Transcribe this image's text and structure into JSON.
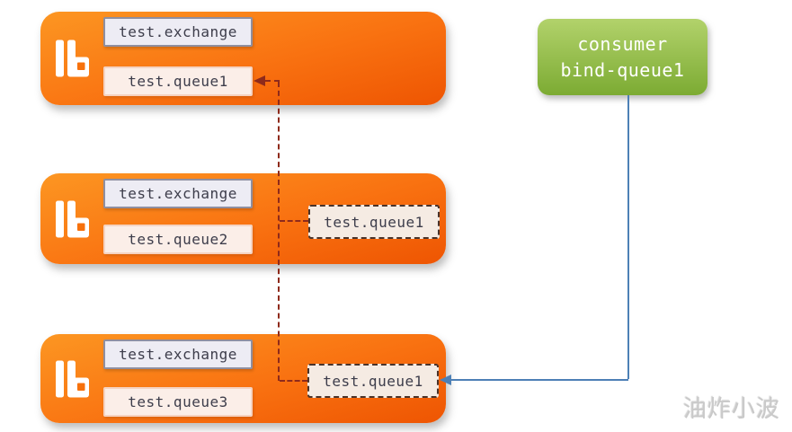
{
  "page": {
    "watermark": "油炸小波"
  },
  "colors": {
    "broker_top": "#fc9622",
    "broker_bottom": "#ee5502",
    "exchange_bg": "#edecf4",
    "exchange_border": "#8f8fa0",
    "queue_bg": "#fbeee8",
    "queue_border": "#f5d3c2",
    "ghost_bg": "#f5ebe3",
    "ghost_border": "#4a332a",
    "red_line": "#8e2a1b",
    "blue_line": "#4d80b6",
    "consumer_top": "#b2d26b",
    "consumer_bottom": "#7cab33",
    "text_dark": "#3d3d4b",
    "watermark": "#c9c9c9"
  },
  "brokers": [
    {
      "exchange_label": "test.exchange",
      "queue_label": "test.queue1"
    },
    {
      "exchange_label": "test.exchange",
      "queue_label": "test.queue2",
      "ghost_queue_label": "test.queue1"
    },
    {
      "exchange_label": "test.exchange",
      "queue_label": "test.queue3",
      "ghost_queue_label": "test.queue1"
    }
  ],
  "consumer": {
    "line1": "consumer",
    "line2": "bind-queue1"
  }
}
